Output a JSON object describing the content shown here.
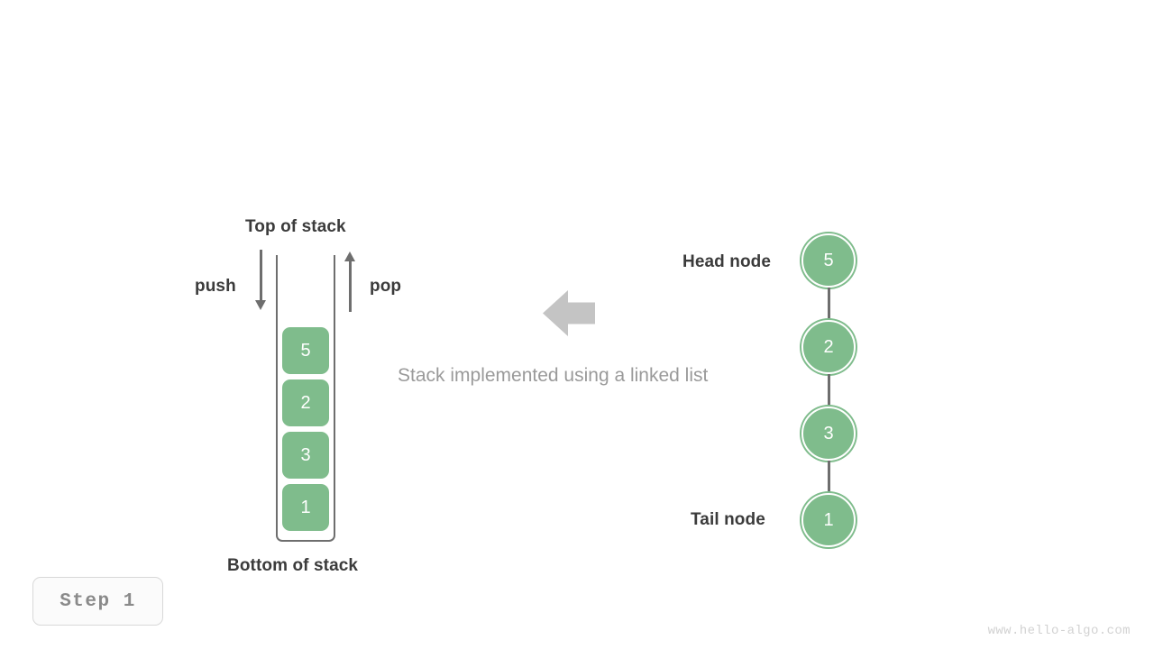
{
  "figure": {
    "caption": "Stack implemented using a linked list",
    "step_label": "Step  1",
    "watermark": "www.hello-algo.com",
    "accent_color": "#7fbc8c",
    "line_color": "#6e6e6e",
    "arrow_color": "#c4c4c4",
    "label_color": "#3b3b3b",
    "caption_color": "#9a9a9a"
  },
  "stack": {
    "top_label": "Top of stack",
    "bottom_label": "Bottom of stack",
    "push_label": "push",
    "pop_label": "pop",
    "cells": [
      {
        "value": "5"
      },
      {
        "value": "2"
      },
      {
        "value": "3"
      },
      {
        "value": "1"
      }
    ]
  },
  "linked_list": {
    "head_label": "Head node",
    "tail_label": "Tail node",
    "nodes": [
      {
        "value": "5"
      },
      {
        "value": "2"
      },
      {
        "value": "3"
      },
      {
        "value": "1"
      }
    ]
  },
  "middle": {
    "arrow_direction": "left"
  }
}
